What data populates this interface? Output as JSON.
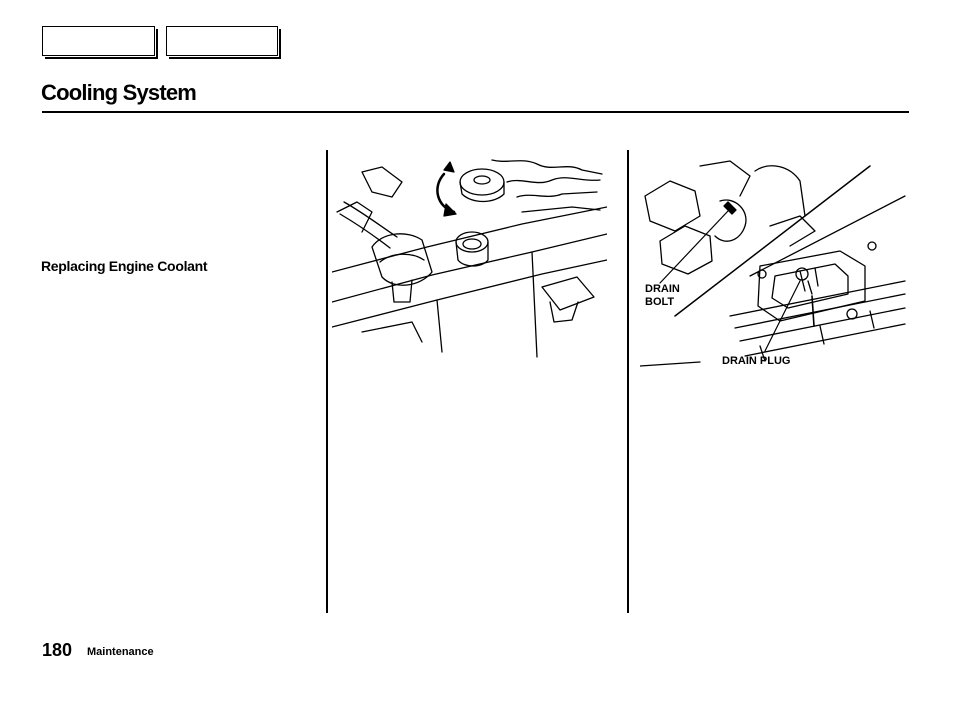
{
  "nav": {
    "prev_label": "",
    "next_label": ""
  },
  "page_title": "Cooling System",
  "section_heading": "Replacing Engine Coolant",
  "figures": {
    "radiator_cap": {
      "icon": "radiator-cap-illustration"
    },
    "drain": {
      "icon": "radiator-drain-illustration",
      "labels": {
        "drain_bolt_line1": "DRAIN",
        "drain_bolt_line2": "BOLT",
        "drain_plug": "DRAIN PLUG"
      }
    }
  },
  "footer": {
    "page_number": "180",
    "section": "Maintenance"
  }
}
